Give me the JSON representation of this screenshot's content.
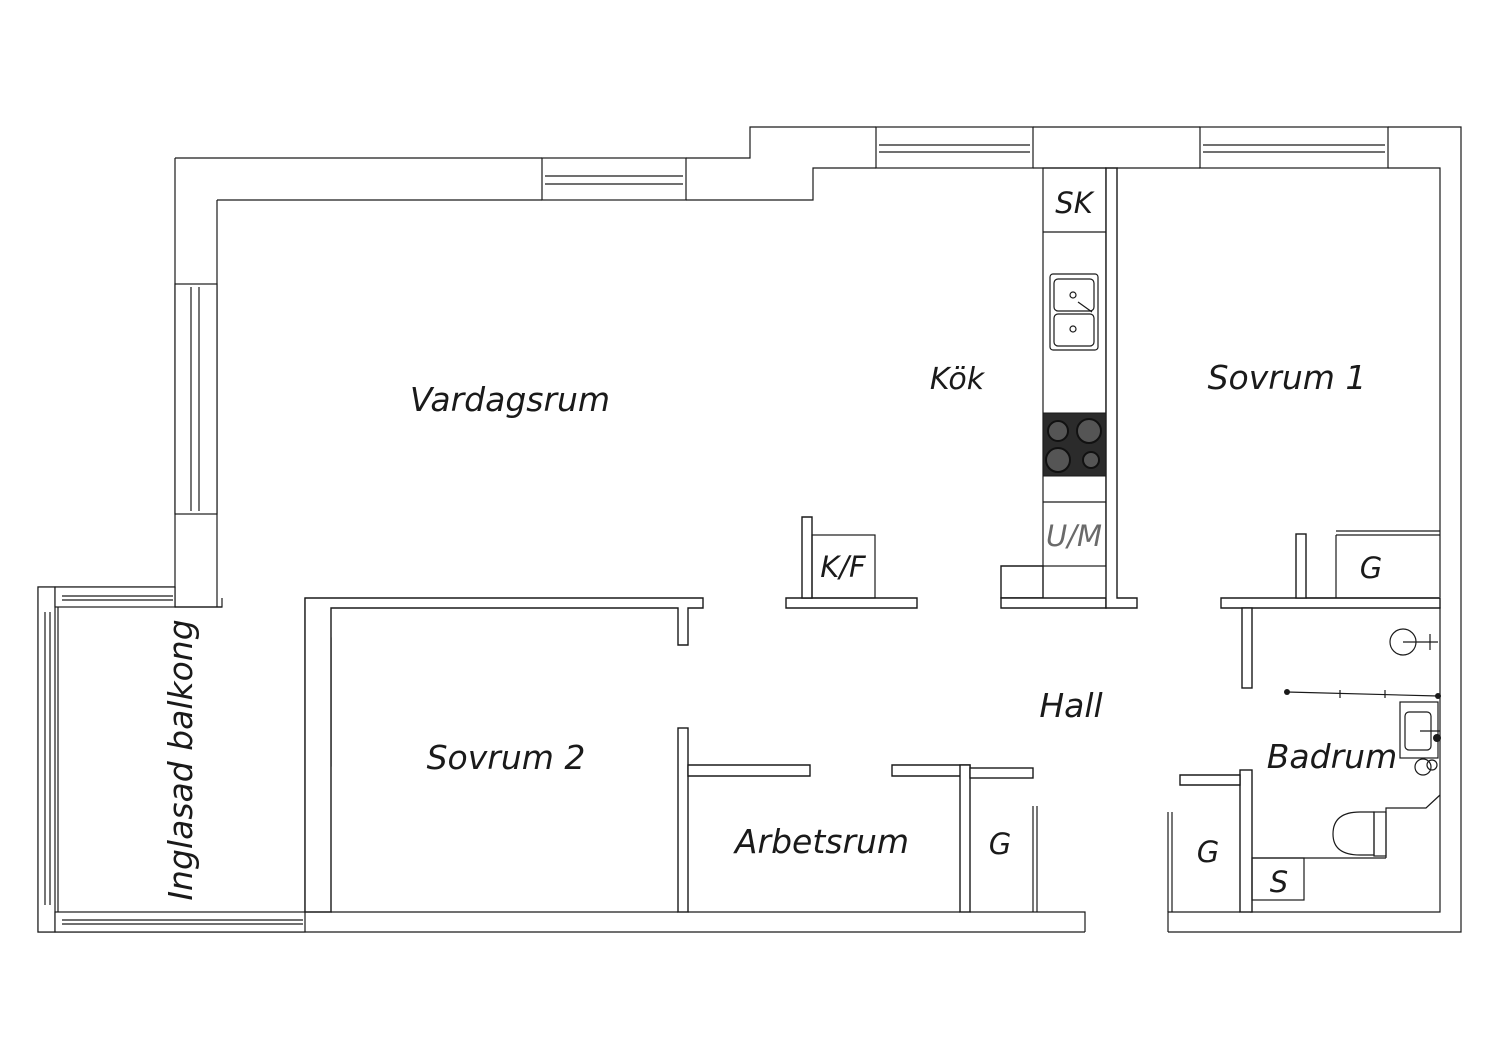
{
  "rooms": {
    "living": "Vardagsrum",
    "kitchen": "Kök",
    "bedroom1": "Sovrum 1",
    "bedroom2": "Sovrum 2",
    "hall": "Hall",
    "study": "Arbetsrum",
    "bathroom": "Badrum",
    "balcony": "Inglasad balkong"
  },
  "fixtures": {
    "sk": "SK",
    "um": "U/M",
    "kf": "K/F",
    "g_bedroom1": "G",
    "g_hall_left": "G",
    "g_hall_right": "G",
    "s": "S"
  }
}
